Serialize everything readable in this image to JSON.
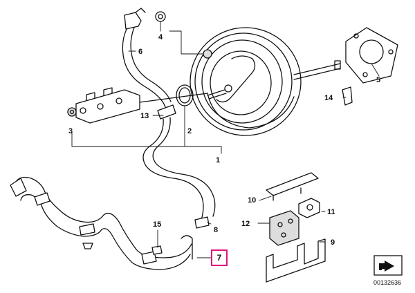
{
  "callouts": {
    "c1": "1",
    "c2": "2",
    "c3": "3",
    "c4": "4",
    "c5": "5",
    "c6": "6",
    "c7": "7",
    "c8": "8",
    "c9": "9",
    "c10": "10",
    "c11": "11",
    "c12": "12",
    "c13": "13",
    "c14": "14",
    "c15": "15"
  },
  "highlighted_part": "7",
  "highlight_color": "#e0157e",
  "diagram_number": "00132636",
  "icons": {
    "navigation": "arrow-box-icon"
  }
}
